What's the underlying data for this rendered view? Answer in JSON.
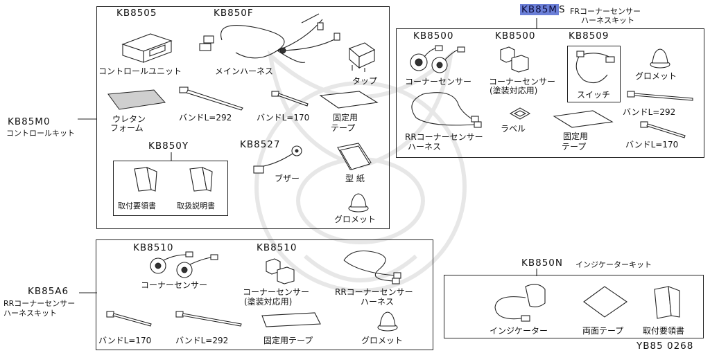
{
  "control_kit": {
    "code": "KB85M0",
    "name": "コントロールキット",
    "parts": {
      "control_unit": {
        "code": "KB8505",
        "label": "コントロールユニット"
      },
      "main_harness": {
        "code": "KB850F",
        "label": "メインハーネス"
      },
      "tap": {
        "label": "タップ"
      },
      "urethane_foam": {
        "label1": "ウレタン",
        "label2": "フォーム"
      },
      "band_292": {
        "label": "バンドL=292"
      },
      "band_170": {
        "label": "バンドL=170"
      },
      "fixing_tape": {
        "label1": "固定用",
        "label2": "テープ"
      },
      "manuals": {
        "code": "KB850Y",
        "label_install": "取付要領書",
        "label_instructions": "取扱説明書"
      },
      "buzzer": {
        "code": "KB8527",
        "label": "ブザー"
      },
      "template": {
        "label": "型 紙"
      },
      "grommet": {
        "label": "グロメット"
      }
    }
  },
  "fr_kit": {
    "code": "KB85M",
    "code_tail": "S",
    "name1": "FRコーナーセンサー",
    "name2": "ハーネスキット",
    "parts": {
      "corner_sensor": {
        "code": "KB8500",
        "label": "コーナーセンサー"
      },
      "corner_sensor_paint": {
        "code": "KB8500",
        "label1": "コーナーセンサー",
        "label2": "(塗装対応用)"
      },
      "switch": {
        "code": "KB8509",
        "label": "スイッチ"
      },
      "grommet": {
        "label": "グロメット"
      },
      "band_292": {
        "label": "バンドL=292"
      },
      "rr_harness": {
        "label1": "RRコーナーセンサー",
        "label2": "ハーネス"
      },
      "label": {
        "label": "ラベル"
      },
      "fixing_tape": {
        "label1": "固定用",
        "label2": "テープ"
      },
      "band_170": {
        "label": "バンドL=170"
      }
    }
  },
  "rr_kit": {
    "code": "KB85A6",
    "name1": "RRコーナーセンサー",
    "name2": "ハーネスキット",
    "parts": {
      "corner_sensor": {
        "code": "KB8510",
        "label": "コーナーセンサー"
      },
      "corner_sensor_paint": {
        "code": "KB8510",
        "label1": "コーナーセンサー",
        "label2": "(塗装対応用)"
      },
      "rr_harness": {
        "label1": "RRコーナーセンサー",
        "label2": "ハーネス"
      },
      "band_170": {
        "label": "バンドL=170"
      },
      "band_292": {
        "label": "バンドL=292"
      },
      "fixing_tape": {
        "label": "固定用テープ"
      },
      "grommet": {
        "label": "グロメット"
      }
    }
  },
  "indicator_kit": {
    "code": "KB850N",
    "name": "インジケーターキット",
    "parts": {
      "indicator": {
        "label": "インジケーター"
      },
      "double_tape": {
        "label": "両面テープ"
      },
      "manual": {
        "label": "取付要領書"
      }
    }
  },
  "figure_id": "YB85 0268"
}
